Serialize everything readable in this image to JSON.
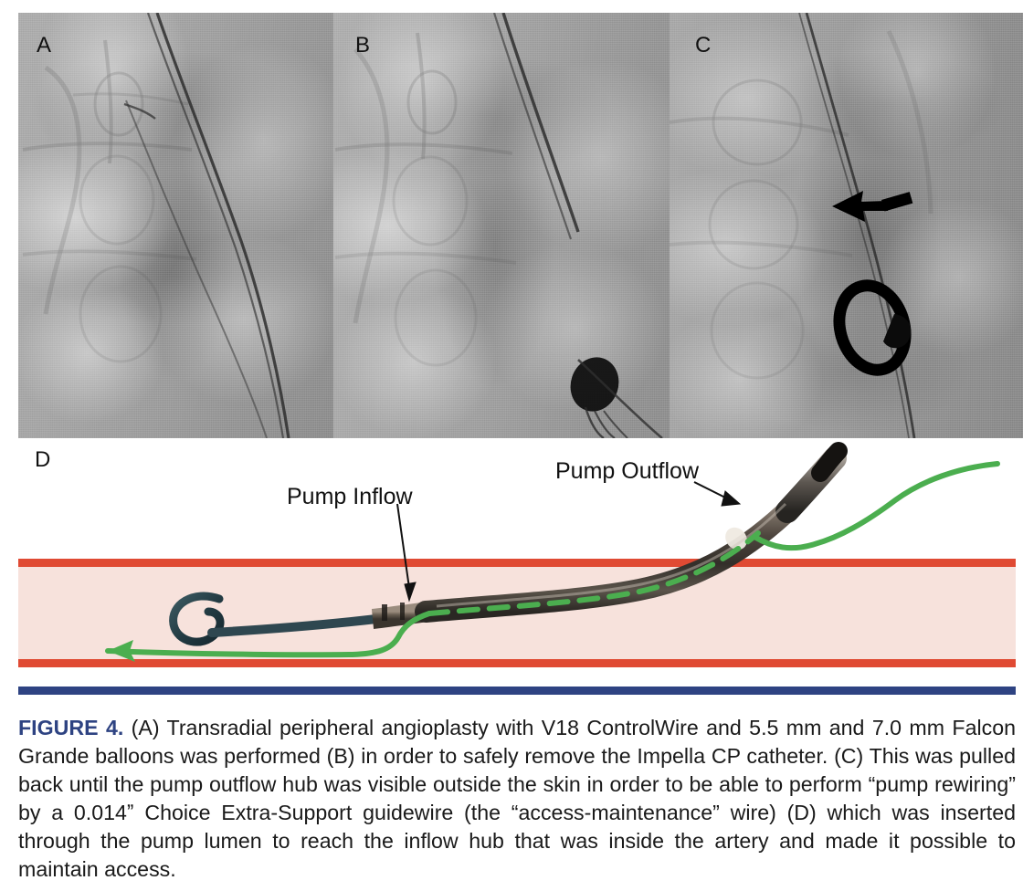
{
  "figure": {
    "number_label": "FIGURE 4.",
    "caption_body": " (A) Transradial peripheral angioplasty with V18 ControlWire and 5.5 mm and 7.0 mm Falcon Grande balloons was performed (B) in order to safely remove the Impella CP catheter. (C) This was pulled back until the pump outflow hub was visible outside the skin in order to be able to perform “pump rewiring” by a 0.014ˮ Choice Extra-Support guidewire (the “access-maintenance” wire) (D) which was inserted through the pump lumen to reach the inflow hub that was inside the artery and made it possible to maintain access.",
    "rule_color": "#2e4382",
    "fignum_color": "#2e4382"
  },
  "panels": [
    {
      "id": "A",
      "label": "A",
      "type": "fluoroscopy",
      "description": "Transradial peripheral angioplasty fluoroscopic image showing guidewire across vertebral bodies"
    },
    {
      "id": "B",
      "label": "B",
      "type": "fluoroscopy",
      "description": "Fluoroscopic image with inflated balloon visible as dark ovoid density"
    },
    {
      "id": "C",
      "label": "C",
      "type": "fluoroscopy",
      "description": "Fluoroscopic image with black arrow marking pulled-back catheter and black ring-shaped marker",
      "annotations": [
        {
          "name": "pointer-arrow",
          "kind": "arrow",
          "color": "#000000"
        },
        {
          "name": "catheter-loop",
          "kind": "ellipse-ring",
          "color": "#000000"
        }
      ]
    },
    {
      "id": "D",
      "label": "D",
      "type": "illustration",
      "description": "Schematic of artery with Impella catheter and access-maintenance guidewire",
      "labels": [
        {
          "name": "pump-inflow-label",
          "text": "Pump Inflow"
        },
        {
          "name": "pump-outflow-label",
          "text": "Pump Outflow"
        }
      ]
    }
  ],
  "diagram": {
    "pump_inflow_label": "Pump Inflow",
    "pump_outflow_label": "Pump Outflow",
    "colors": {
      "vessel_wall": "#e04a33",
      "vessel_lumen": "#f7e2dc",
      "guidewire_green": "#4bae4f",
      "catheter_body": "#5a5048",
      "catheter_dark": "#2c2c2c",
      "background": "#ffffff"
    }
  }
}
